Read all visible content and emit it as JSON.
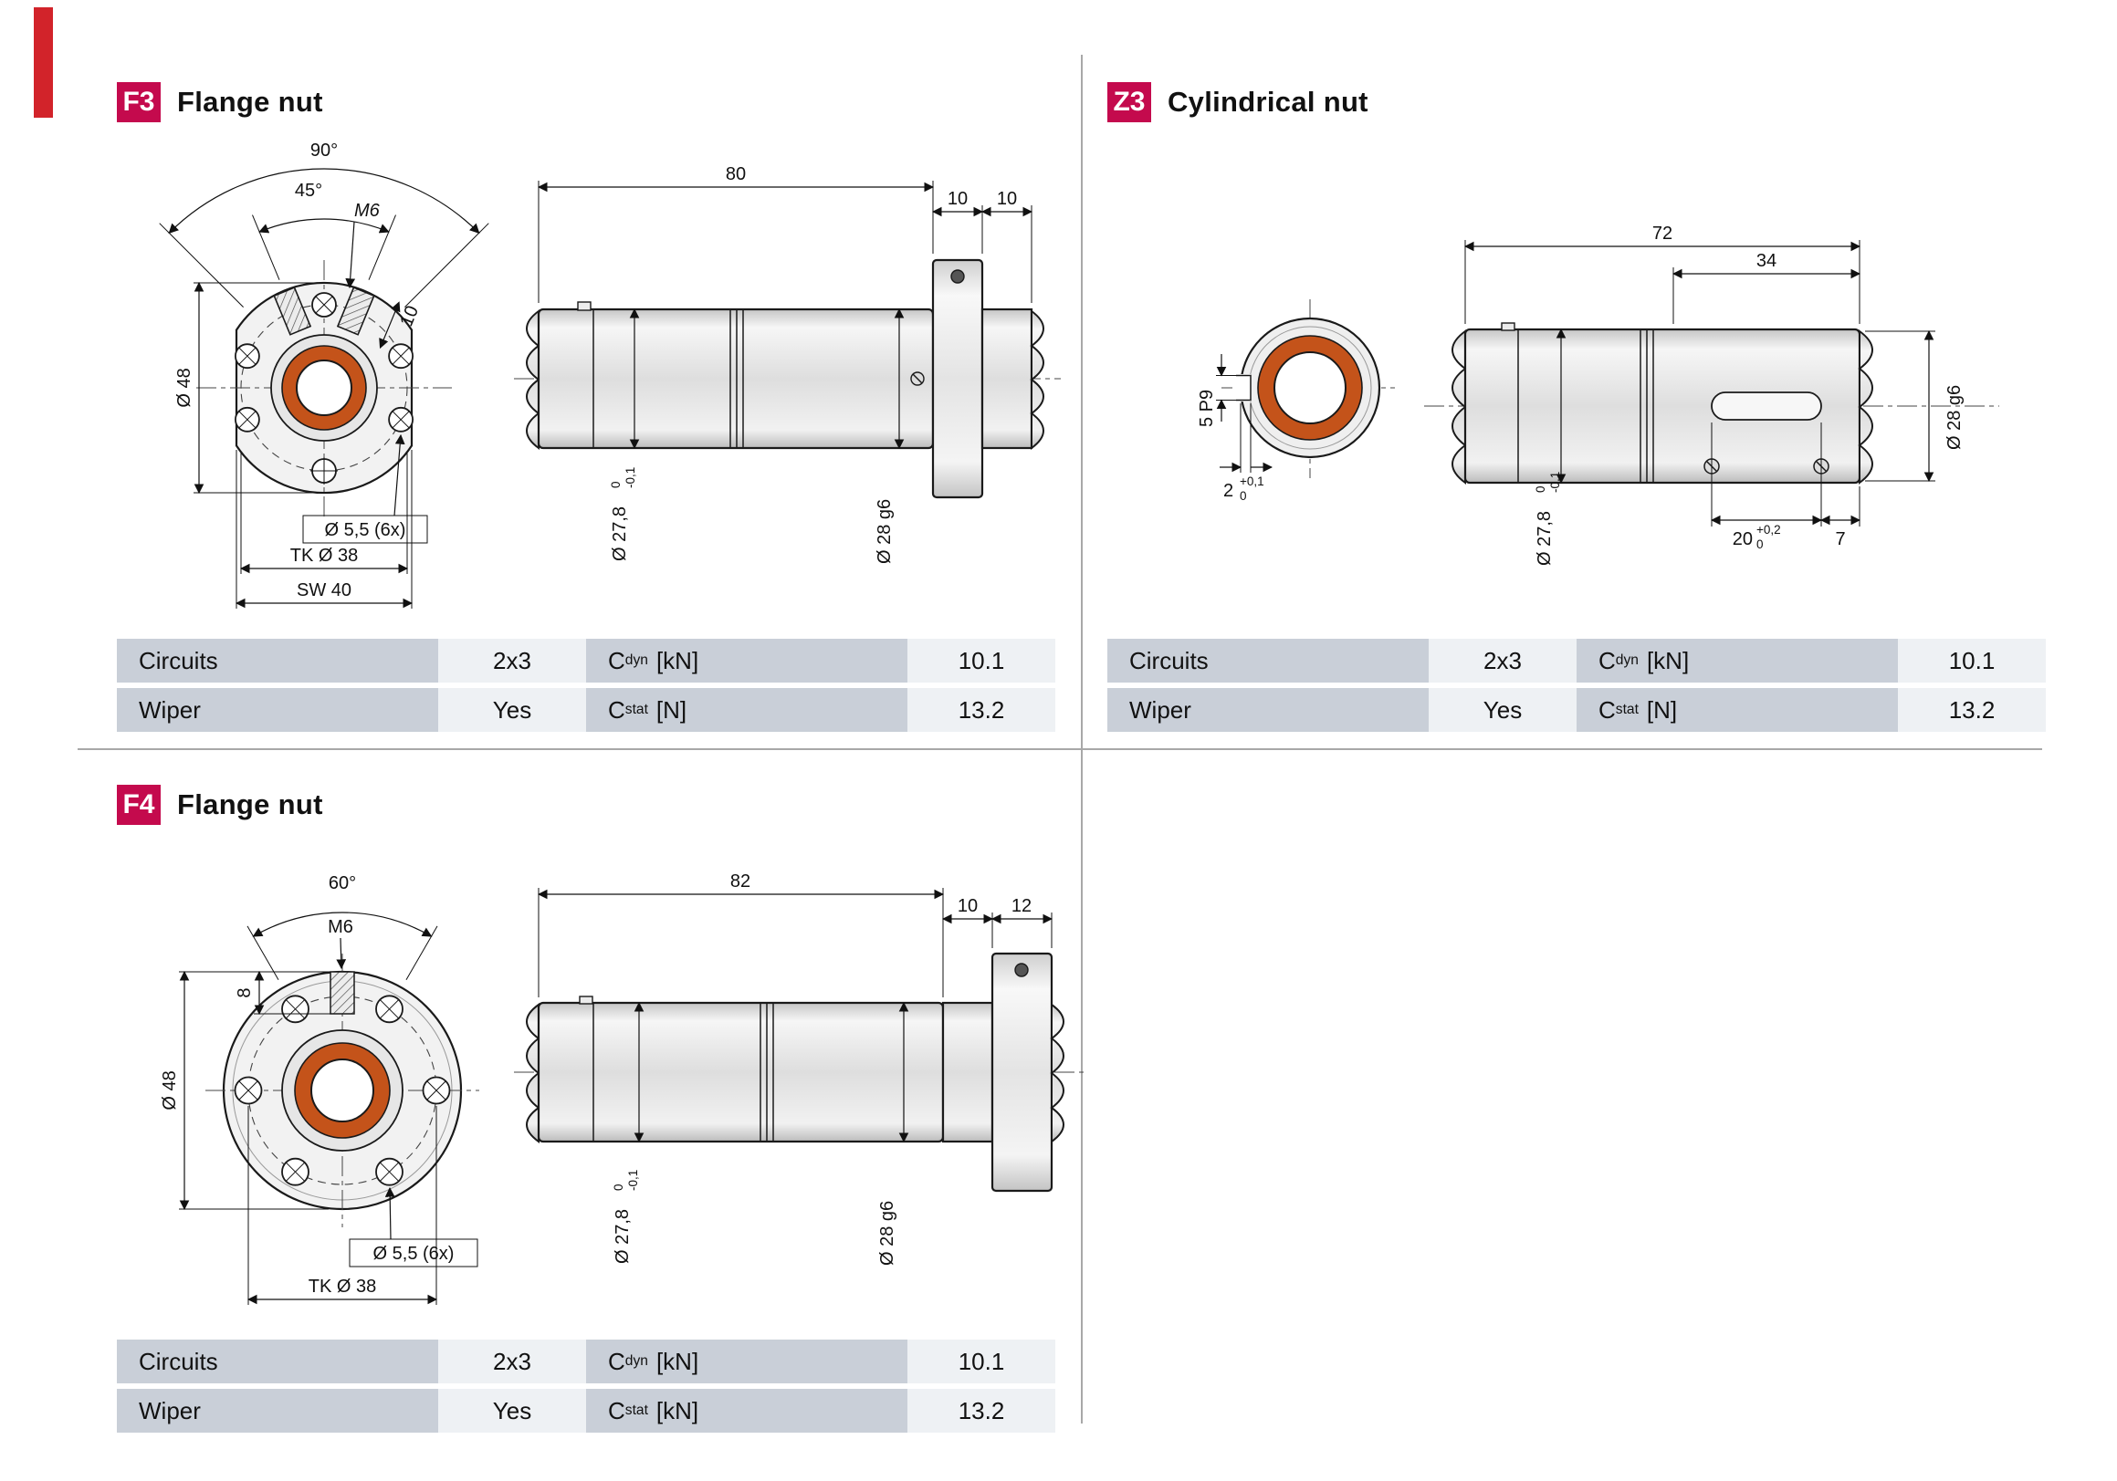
{
  "page": {
    "accent": "#c40a4d",
    "edge_marker_color": "#d2232a",
    "orange": "#c4531a",
    "table_label_bg": "#c9cfd8",
    "table_value_bg": "#eef1f4"
  },
  "f3": {
    "badge": "F3",
    "title": "Flange nut",
    "front": {
      "angle_outer": "90°",
      "angle_inner": "45°",
      "thread": "M6",
      "slot_len": "10",
      "outer_dia": "Ø 48",
      "hole_dia": "Ø 5,5 (6x)",
      "pitch_dia": "TK Ø 38",
      "across_flats": "SW 40"
    },
    "side": {
      "overall_len": "80",
      "flange_w": "10",
      "ext_w": "10",
      "body_dia": "Ø 27,8",
      "body_tol_top": "0",
      "body_tol_bot": "-0,1",
      "journal_dia": "Ø 28 g6"
    },
    "table": {
      "rows": [
        {
          "param": "Circuits",
          "value": "2x3",
          "c_sym": "C",
          "c_sub": "dyn",
          "c_unit": "[kN]",
          "c_val": "10.1"
        },
        {
          "param": "Wiper",
          "value": "Yes",
          "c_sym": "C",
          "c_sub": "stat",
          "c_unit": "[N]",
          "c_val": "13.2"
        }
      ]
    }
  },
  "z3": {
    "badge": "Z3",
    "title": "Cylindrical nut",
    "front": {
      "key_width": "5 P9",
      "key_depth": "2",
      "key_depth_tol_top": "+0,1",
      "key_depth_tol_bot": "0"
    },
    "side": {
      "overall_len": "72",
      "thread_len": "34",
      "body_dia": "Ø 27,8",
      "body_tol_top": "0",
      "body_tol_bot": "-0,1",
      "slot_len": "20",
      "slot_tol_top": "+0,2",
      "slot_tol_bot": "0",
      "end_len": "7",
      "journal_dia": "Ø 28 g6"
    },
    "table": {
      "rows": [
        {
          "param": "Circuits",
          "value": "2x3",
          "c_sym": "C",
          "c_sub": "dyn",
          "c_unit": "[kN]",
          "c_val": "10.1"
        },
        {
          "param": "Wiper",
          "value": "Yes",
          "c_sym": "C",
          "c_sub": "stat",
          "c_unit": "[N]",
          "c_val": "13.2"
        }
      ]
    }
  },
  "f4": {
    "badge": "F4",
    "title": "Flange nut",
    "front": {
      "angle": "60°",
      "thread": "M6",
      "hole_depth": "8",
      "outer_dia": "Ø 48",
      "hole_dia": "Ø 5,5 (6x)",
      "pitch_dia": "TK Ø 38"
    },
    "side": {
      "overall_len": "82",
      "neck_w": "10",
      "flange_w": "12",
      "body_dia": "Ø 27,8",
      "body_tol_top": "0",
      "body_tol_bot": "-0,1",
      "journal_dia": "Ø 28 g6"
    },
    "table": {
      "rows": [
        {
          "param": "Circuits",
          "value": "2x3",
          "c_sym": "C",
          "c_sub": "dyn",
          "c_unit": "[kN]",
          "c_val": "10.1"
        },
        {
          "param": "Wiper",
          "value": "Yes",
          "c_sym": "C",
          "c_sub": "stat",
          "c_unit": "[kN]",
          "c_val": "13.2"
        }
      ]
    }
  }
}
